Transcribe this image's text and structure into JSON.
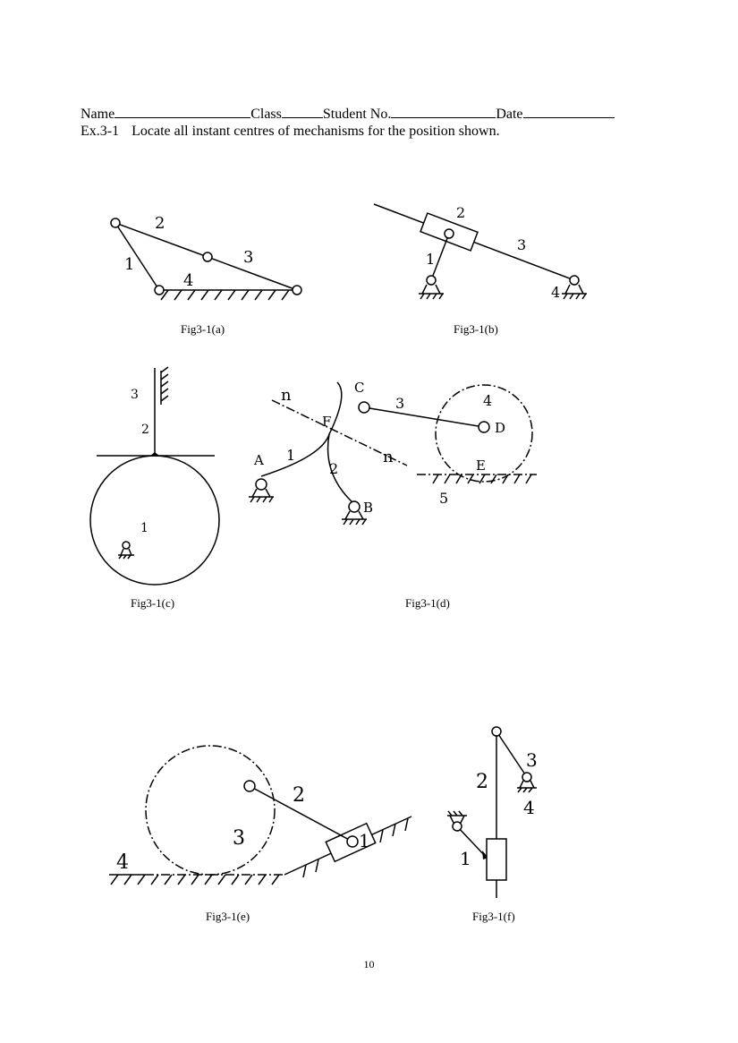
{
  "header": {
    "name_label": "Name",
    "class_label": "Class",
    "student_no_label": "Student No.",
    "date_label": "Date"
  },
  "exercise": {
    "number": "Ex.3-1",
    "instruction": "Locate all instant centres of mechanisms for the position shown."
  },
  "figures": {
    "a": {
      "caption": "Fig3-1(a)",
      "labels": [
        "1",
        "2",
        "3",
        "4"
      ]
    },
    "b": {
      "caption": "Fig3-1(b)",
      "labels": [
        "1",
        "2",
        "3",
        "4"
      ]
    },
    "c": {
      "caption": "Fig3-1(c)",
      "labels": [
        "1",
        "2",
        "3"
      ]
    },
    "d": {
      "caption": "Fig3-1(d)",
      "labels": [
        "1",
        "2",
        "3",
        "4",
        "5"
      ],
      "points": [
        "A",
        "B",
        "C",
        "D",
        "E",
        "F"
      ],
      "normal": "n"
    },
    "e": {
      "caption": "Fig3-1(e)",
      "labels": [
        "1",
        "2",
        "3",
        "4"
      ]
    },
    "f": {
      "caption": "Fig3-1(f)",
      "labels": [
        "1",
        "2",
        "3",
        "4"
      ]
    }
  },
  "page_number": "10"
}
